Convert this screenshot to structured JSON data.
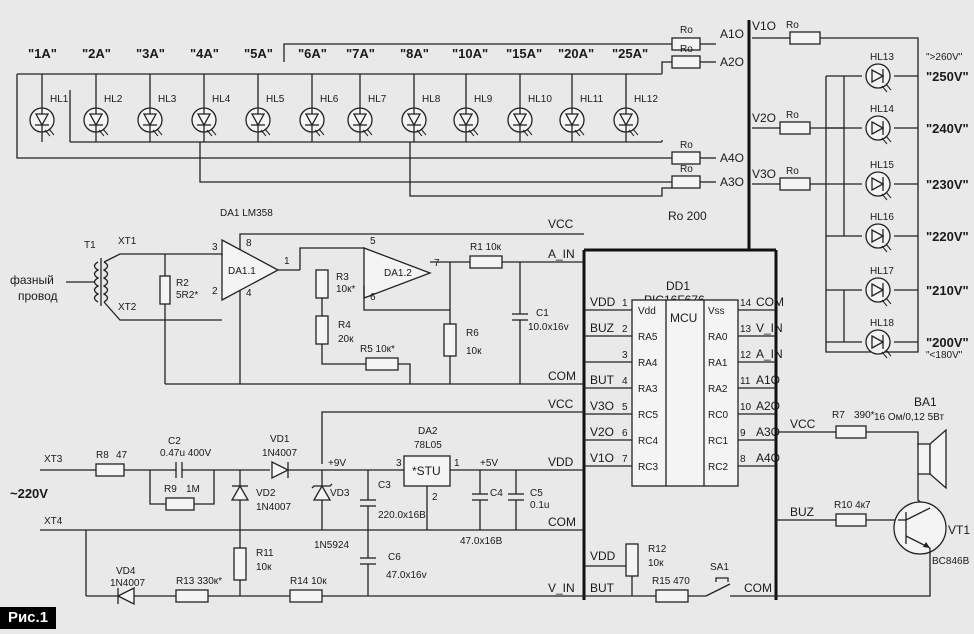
{
  "figure_label": "Рис.1",
  "current_labels": [
    "\"1A\"",
    "\"2A\"",
    "\"3A\"",
    "\"4A\"",
    "\"5A\"",
    "\"6A\"",
    "\"7A\"",
    "\"8A\"",
    "\"10A\"",
    "\"15A\"",
    "\"20A\"",
    "\"25A\""
  ],
  "leds_current": [
    "HL1",
    "HL2",
    "HL3",
    "HL4",
    "HL5",
    "HL6",
    "HL7",
    "HL8",
    "HL9",
    "HL10",
    "HL11",
    "HL12"
  ],
  "leds_voltage": [
    "HL13",
    "HL14",
    "HL15",
    "HL16",
    "HL17",
    "HL18"
  ],
  "voltage_labels": [
    "\"250V\"",
    "\"240V\"",
    "\"230V\"",
    "\"220V\"",
    "\"210V\"",
    "\"200V\""
  ],
  "voltage_note_top": "\">260V\"",
  "voltage_note_bottom": "\"<180V\"",
  "ro": {
    "label": "Ro",
    "note": "Ro 200"
  },
  "a_outputs": [
    "A1O",
    "A2O",
    "A4O",
    "A3O"
  ],
  "v_outputs": [
    "V1O",
    "V2O",
    "V3O"
  ],
  "opamp": {
    "title": "DA1 LM358",
    "u1": "DA1.1",
    "u2": "DA1.2",
    "pins": [
      "3",
      "2",
      "8",
      "4",
      "1",
      "5",
      "6",
      "7"
    ]
  },
  "rails": {
    "vcc": "VCC",
    "a_in": "A_IN",
    "com": "COM",
    "vdd": "VDD",
    "v_in": "V_IN",
    "but": "BUT",
    "buz": "BUZ"
  },
  "transformer": {
    "name": "T1",
    "xt1": "XT1",
    "xt2": "XT2",
    "caption_l1": "фазный",
    "caption_l2": "провод"
  },
  "resistors": {
    "r1": "R1  10к",
    "r2": "R2",
    "r2v": "5R2*",
    "r3": "R3",
    "r3v": "10к*",
    "r4": "R4",
    "r4v": "20к",
    "r5": "R5  10к*",
    "r6": "R6",
    "r6v": "10к",
    "r7": "R7",
    "r7v": "390*",
    "r8": "R8",
    "r8v": "47",
    "r9": "R9",
    "r9v": "1M",
    "r10": "R10  4к7",
    "r11": "R11",
    "r11v": "10к",
    "r12": "R12",
    "r12v": "10к",
    "r13": "R13  330к*",
    "r14": "R14  10к",
    "r15": "R15  470"
  },
  "capacitors": {
    "c1": "C1",
    "c1v": "10.0x16v",
    "c2": "C2",
    "c2v": "0.47u 400V",
    "c3": "C3",
    "c3v": "220.0x16B",
    "c4": "C4",
    "c4v": "47.0x16B",
    "c5": "C5",
    "c5v": "0.1u",
    "c6": "C6",
    "c6v": "47.0x16v"
  },
  "diodes": {
    "vd1": "VD1",
    "vd1v": "1N4007",
    "vd2": "VD2",
    "vd2v": "1N4007",
    "vd3": "VD3",
    "vd3v": "1N5924",
    "vd4": "VD4",
    "vd4v": "1N4007"
  },
  "regulator": {
    "name": "DA2",
    "part": "78L05",
    "body": "*STU",
    "pin_in": "3",
    "pin_out": "1",
    "pin_gnd": "2",
    "v9": "+9V",
    "v5": "+5V"
  },
  "mains": {
    "xt3": "XT3",
    "xt4": "XT4",
    "voltage": "~220V"
  },
  "mcu": {
    "name": "DD1",
    "part": "PIC16F676",
    "core": "MCU",
    "left_pins": [
      {
        "net": "VDD",
        "num": "1",
        "pin": "Vdd"
      },
      {
        "net": "BUZ",
        "num": "2",
        "pin": "RA5"
      },
      {
        "net": "",
        "num": "3",
        "pin": "RA4"
      },
      {
        "net": "BUT",
        "num": "4",
        "pin": "RA3"
      },
      {
        "net": "V3O",
        "num": "5",
        "pin": "RC5"
      },
      {
        "net": "V2O",
        "num": "6",
        "pin": "RC4"
      },
      {
        "net": "V1O",
        "num": "7",
        "pin": "RC3"
      }
    ],
    "right_pins": [
      {
        "net": "COM",
        "num": "14",
        "pin": "Vss"
      },
      {
        "net": "V_IN",
        "num": "13",
        "pin": "RA0"
      },
      {
        "net": "A_IN",
        "num": "12",
        "pin": "RA1"
      },
      {
        "net": "A1O",
        "num": "11",
        "pin": "RA2"
      },
      {
        "net": "A2O",
        "num": "10",
        "pin": "RC0"
      },
      {
        "net": "A3O",
        "num": "9",
        "pin": "RC1"
      },
      {
        "net": "A4O",
        "num": "8",
        "pin": "RC2"
      }
    ]
  },
  "buzzer": {
    "name": "BA1",
    "spec": "16 Ом/0,12 5Вт"
  },
  "transistor": {
    "name": "VT1",
    "part": "BC846B"
  },
  "switch": {
    "name": "SA1"
  }
}
